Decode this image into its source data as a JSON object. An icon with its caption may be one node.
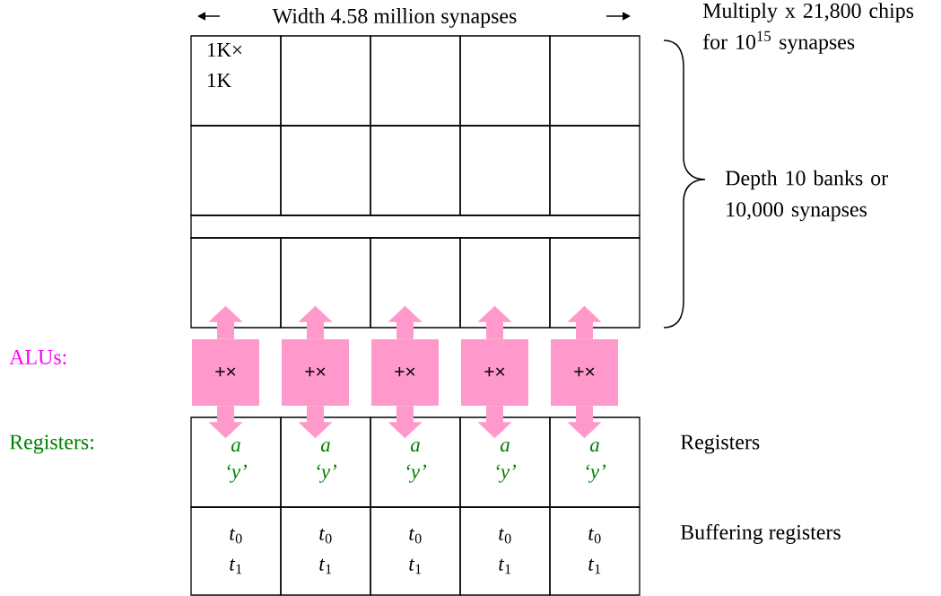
{
  "diagram": {
    "nodes": [
      {
        "text": [
          "1K× 1K"
        ]
      },
      {
        "text": [],
        "shape": "box"
      },
      {
        "text": [],
        "shape": "box"
      },
      {
        "text": [],
        "shape": "box"
      },
      {
        "text": [],
        "shape": "box"
      },
      {
        "text": [],
        "shape": "box"
      },
      {
        "text": [],
        "shape": "box"
      },
      {
        "text": [],
        "shape": "box"
      },
      {
        "text": [],
        "shape": "box"
      },
      {
        "text": [],
        "shape": "box"
      },
      {
        "text": [],
        "shape": "box"
      },
      {
        "text": [],
        "shape": "box"
      },
      {
        "text": [],
        "shape": "box"
      },
      {
        "text": [],
        "shape": "box"
      },
      {
        "text": [],
        "shape": "box"
      },
      {
        "text": [
          "+×"
        ]
      },
      {
        "text": [
          "+×"
        ]
      },
      {
        "text": [
          "+×"
        ]
      },
      {
        "text": [
          "+×"
        ]
      },
      {
        "text": [
          "+×"
        ]
      },
      {
        "text": [
          "a",
          "‘y’"
        ]
      },
      {
        "text": [
          "a",
          "‘y’"
        ]
      },
      {
        "text": [
          "a",
          "‘y’"
        ]
      },
      {
        "text": [
          "a",
          "‘y’"
        ]
      },
      {
        "text": [
          "a",
          "‘y’"
        ]
      },
      {
        "text": [
          "*t*$_{0}$",
          "*t*$_{1}$"
        ]
      },
      {
        "text": [
          "*t*$_{0}$",
          "*t*$_{1}$"
        ]
      },
      {
        "text": [
          "*t*$_{0}$",
          "*t*$_{1}$"
        ]
      },
      {
        "text": [
          "*t*$_{0}$",
          "*t*$_{1}$"
        ]
      },
      {
        "text": [
          "*t*$_{0}$",
          "*t*$_{1}$"
        ]
      }
    ],
    "edges": [
      {
        "from": 15,
        "to": 10,
        "arrow": "to"
      },
      {
        "from": 15,
        "to": 20,
        "arrow": "to"
      },
      {
        "from": 16,
        "to": 11,
        "arrow": "to"
      },
      {
        "from": 16,
        "to": 21,
        "arrow": "to"
      },
      {
        "from": 17,
        "to": 12,
        "arrow": "to"
      },
      {
        "from": 17,
        "to": 22,
        "arrow": "to"
      },
      {
        "from": 18,
        "to": 13,
        "arrow": "to"
      },
      {
        "from": 18,
        "to": 23,
        "arrow": "to"
      },
      {
        "from": 19,
        "to": 14,
        "arrow": "to"
      },
      {
        "from": 19,
        "to": 24,
        "arrow": "to"
      }
    ],
    "labels": [
      "Width 4.58 million synapses",
      "Multiply x 21,800 chips for 10$^{15}$ synapses",
      "Depth 10 banks or 10,000 synapses",
      "ALUs:",
      "Registers:",
      "Registers",
      "Buffering registers"
    ]
  }
}
